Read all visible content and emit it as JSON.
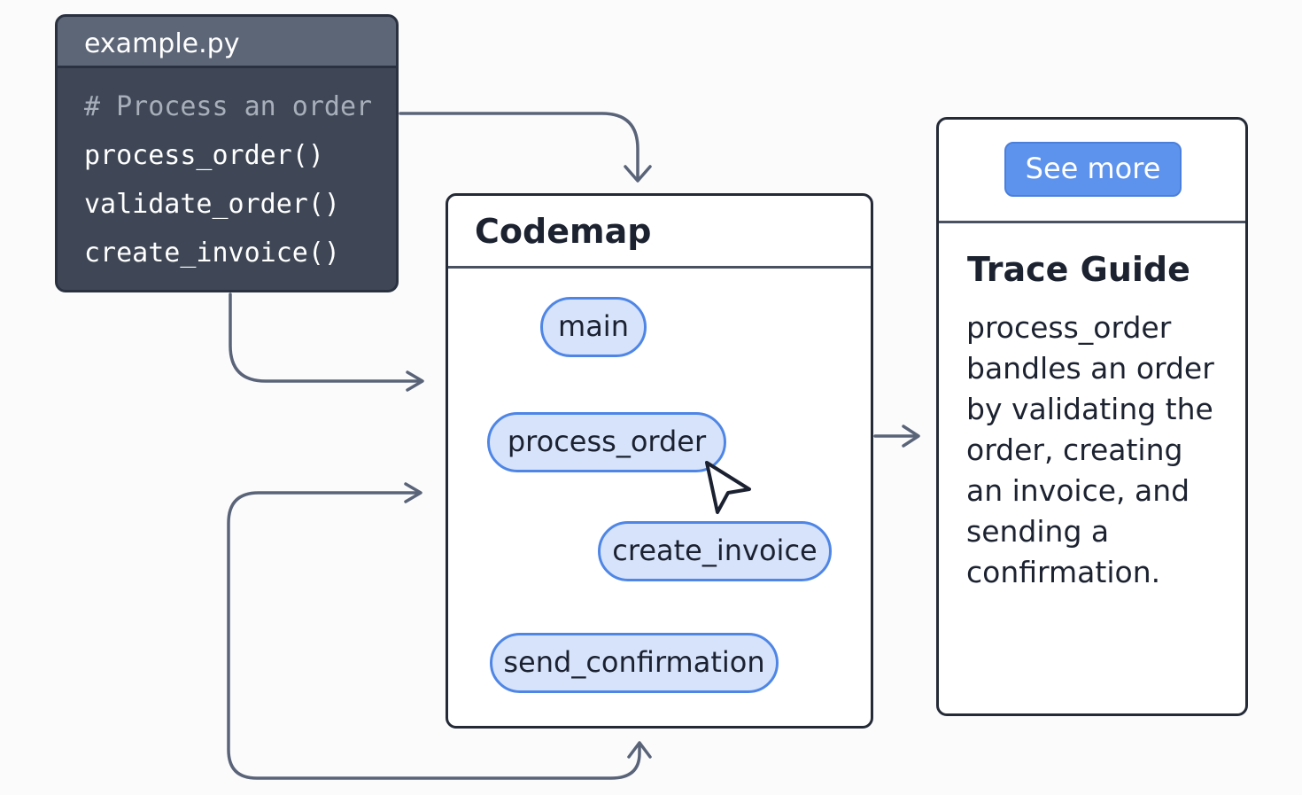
{
  "code_panel": {
    "filename": "example.py",
    "lines": [
      "# Process an order",
      "process_order()",
      "validate_order()",
      "create_invoice()"
    ]
  },
  "codemap": {
    "title": "Codemap",
    "nodes": {
      "main": "main",
      "process_order": "process_order",
      "create_invoice": "create_invoice",
      "send_confirmation": "send_confirmation"
    }
  },
  "trace_guide": {
    "button_label": "See more",
    "title": "Trace Guide",
    "lines": [
      "process_order",
      "bandles an order",
      "by validating the",
      "order, creating",
      "an invoice, and",
      "sending a",
      "confirmation."
    ]
  },
  "colors": {
    "code_bg": "#3f4756",
    "code_header": "#5d6677",
    "node_fill": "#d6e3fa",
    "node_border": "#4f86e6",
    "button": "#5e93ed",
    "connector": "#5a6478"
  }
}
